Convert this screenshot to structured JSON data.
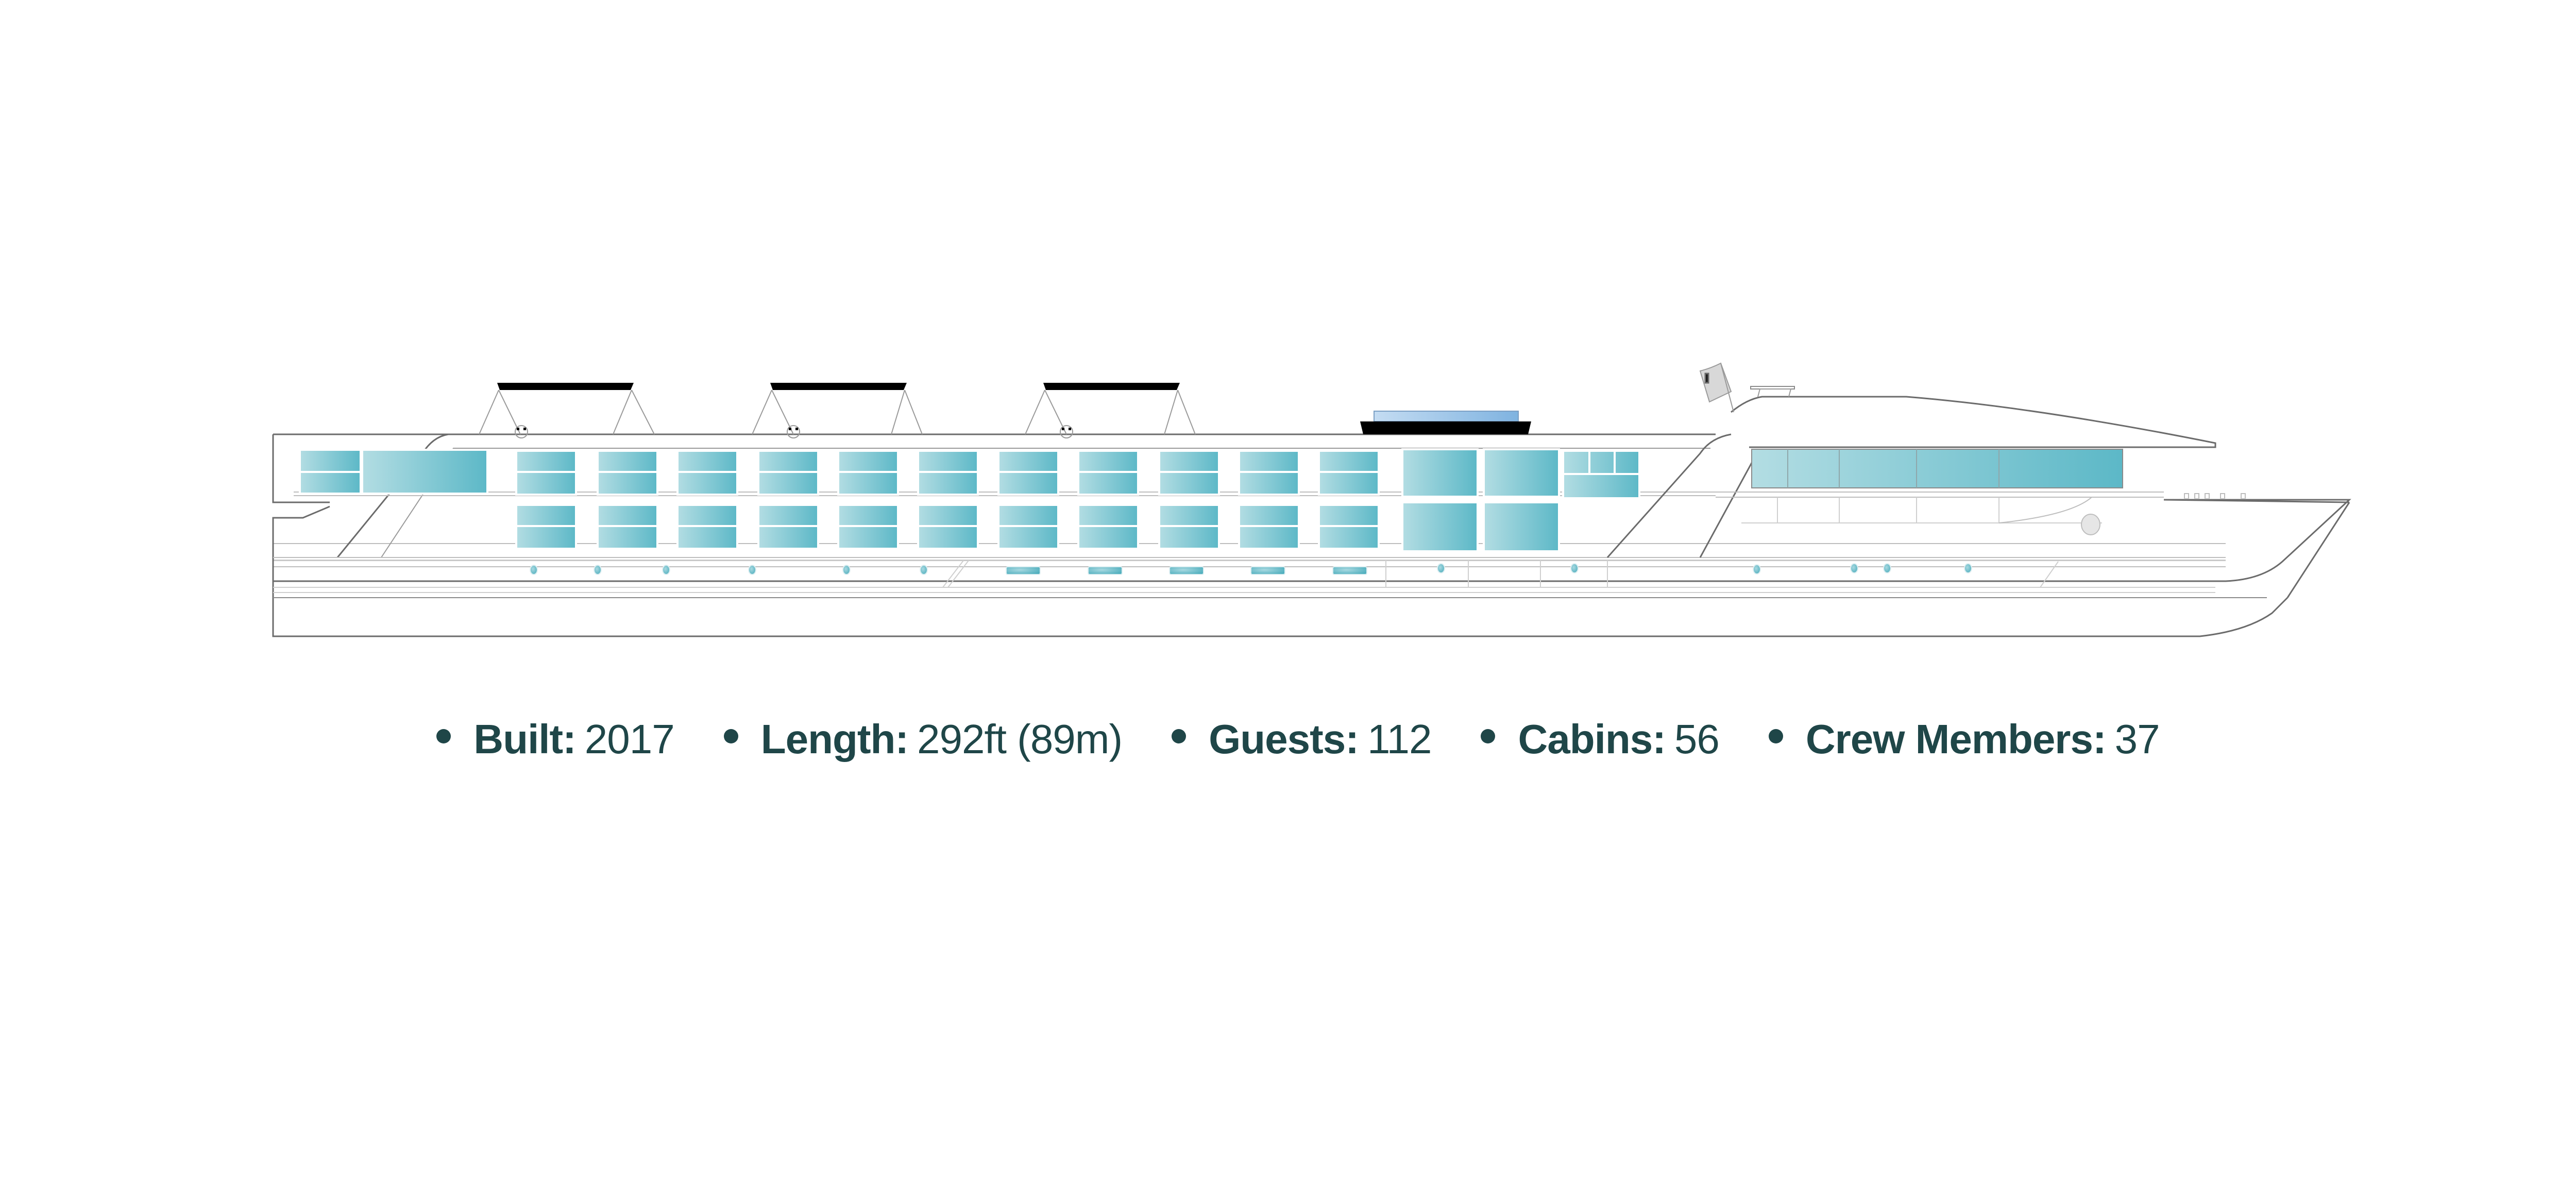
{
  "ship": {
    "colors": {
      "window_light": "#b2dce2",
      "window_dark": "#5cb8c7",
      "hull_line": "#6b6b6b",
      "detail_line": "#bdbdbd",
      "canopy": "#000000",
      "pool": "#9cc4e8",
      "text": "#1f4648"
    },
    "upper_deck_windows": 11,
    "middle_deck_windows": 11
  },
  "specs": [
    {
      "label": "Built",
      "value": "2017"
    },
    {
      "label": "Length",
      "value": "292ft (89m)"
    },
    {
      "label": "Guests",
      "value": "112"
    },
    {
      "label": "Cabins",
      "value": "56"
    },
    {
      "label": "Crew Members",
      "value": "37"
    }
  ]
}
